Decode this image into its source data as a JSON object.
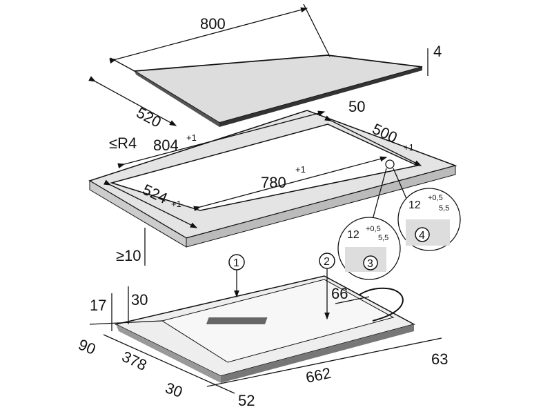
{
  "title": "Hob installation dimensions",
  "top_hob": {
    "width": "800",
    "depth": "520",
    "thickness": "4"
  },
  "cutout": {
    "radius": "≤R4",
    "outer_width": "804",
    "outer_width_tol": "+1",
    "inner_width": "780",
    "inner_width_tol": "+1",
    "outer_depth": "500",
    "outer_depth_tol": "+1",
    "inner_depth": "524",
    "inner_depth_tol": "+1",
    "rear_distance": "50",
    "worktop_min": "≥10"
  },
  "details": [
    {
      "number": "3",
      "width": "12",
      "width_tol": "+0,5",
      "depth": "5,5"
    },
    {
      "number": "4",
      "width": "12",
      "width_tol": "+0,5",
      "depth": "5,5"
    }
  ],
  "callouts": [
    "1",
    "2"
  ],
  "bottom_hob": {
    "d17": "17",
    "d30a": "30",
    "d66": "66",
    "d90": "90",
    "d378": "378",
    "d30b": "30",
    "d52": "52",
    "d662": "662",
    "d63": "63"
  }
}
